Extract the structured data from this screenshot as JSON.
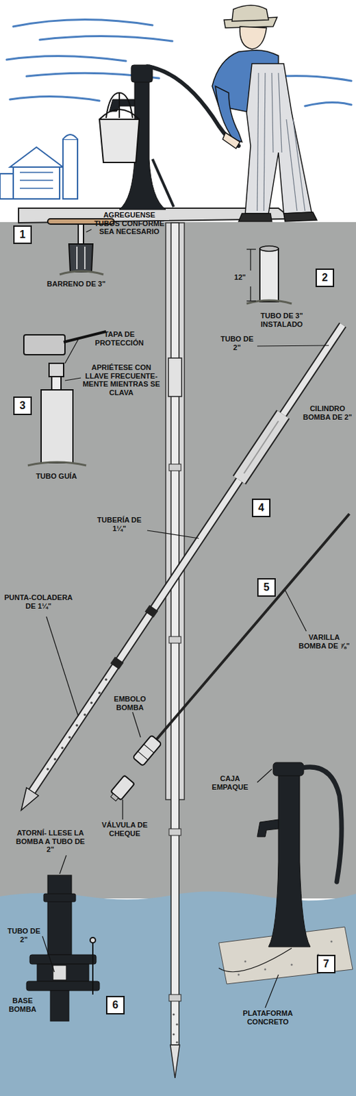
{
  "diagram": {
    "nodes": [
      {
        "text": [
          "1"
        ]
      },
      {
        "text": [
          "2"
        ]
      },
      {
        "text": [
          "3"
        ]
      },
      {
        "text": [
          "4"
        ]
      },
      {
        "text": [
          "5"
        ]
      },
      {
        "text": [
          "6"
        ]
      },
      {
        "text": [
          "7"
        ]
      }
    ],
    "labels": [
      "AGREGUENSE TUBOS CONFORME SEA NECESARIO",
      "BARRENO DE 3\"",
      "12\"",
      "TUBO DE 3\" INSTALADO",
      "TAPA DE PROTECCIÓN",
      "APRIÉTESE CON LLAVE FRECUENTE- MENTE MIENTRAS SE CLAVA",
      "TUBO GUÍA",
      "TUBO DE 2\"",
      "CILINDRO BOMBA DE 2\"",
      "TUBERÍA DE 1¼\"",
      "PUNTA-COLADERA DE 1¼\"",
      "VARILLA BOMBA DE ⅞\"",
      "EMBOLO BOMBA",
      "VÁLVULA DE CHEQUE",
      "CAJA EMPAQUE",
      "ATORNÍ- LLESE LA BOMBA A TUBO DE 2\"",
      "TUBO DE 2\"",
      "BASE BOMBA",
      "PLATAFORMA CONCRETO"
    ]
  }
}
